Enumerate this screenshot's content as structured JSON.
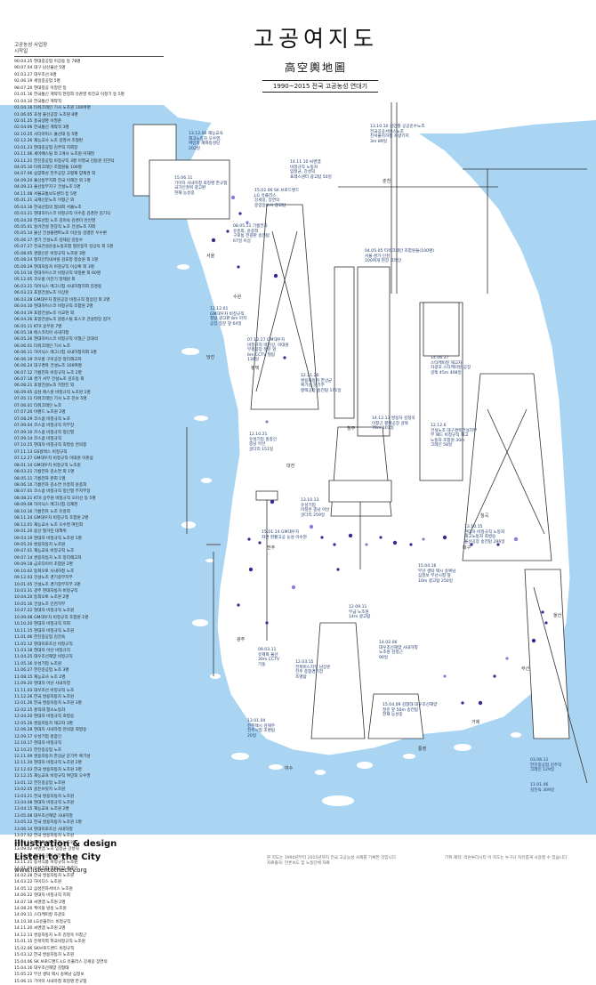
{
  "title": {
    "main": "고공여지도",
    "hanja": "高空輿地圖",
    "period": "1990~2015 전국 고공농성 연대기"
  },
  "timeline": {
    "headers": [
      "고공농성 시작일",
      "사업장"
    ],
    "rows": [
      [
        "90.04.25",
        "현대중공업 이갑용 등 78명"
      ],
      [
        "90.07.04",
        "대구 남선물산 5명"
      ],
      [
        "91.03.27",
        "대우조선 6명"
      ],
      [
        "92.06.19",
        "세일중공업 5명"
      ],
      [
        "98.07.20",
        "현대정공 이정란 등"
      ],
      [
        "01.01.16",
        "한국통신 계약직 현정희 유춘영 박진교 이정기 등 5명"
      ],
      [
        "01.04.10",
        "한국통신 계약직"
      ],
      [
        "01.04.16",
        "타워크레인 기사 노조원 100여명"
      ],
      [
        "01.06.05",
        "효성 울산공장 노조원 8명"
      ],
      [
        "02.01.25",
        "흥국생명 이영준"
      ],
      [
        "02.04.06",
        "한국통신 계약직 3명"
      ],
      [
        "02.10.25",
        "사디아미스 울산대 등 5명"
      ],
      [
        "02.12.26",
        "재능교사 노조 김영서 조형탄"
      ],
      [
        "03.01.23",
        "현대중공업 김주익 지회장"
      ],
      [
        "03.11.06",
        "세아베스틸 외 2개사 노조원 이재현"
      ],
      [
        "03.11.21",
        "한진중공업 비정규직 3명 이영국 김동원 김진탁"
      ],
      [
        "04.05.10",
        "타워크레인 조합원들 100명"
      ],
      [
        "04.07.06",
        "삼양화성 전주공장 고평재 양재권 외"
      ],
      [
        "04.09.20",
        "울산동부지회 전국 이해건 외 1명"
      ],
      [
        "04.09.23",
        "울산동부지구 건설노조 5명"
      ],
      [
        "04.11.08",
        "서울교통보도센터 등 5명"
      ],
      [
        "05.01.21",
        "국제신문노조 이형근 외"
      ],
      [
        "05.03.16",
        "한국산업의 협의회 서울노조"
      ],
      [
        "05.03.21",
        "현대하이스코 비정규직 이수종 김경찬 김기식"
      ],
      [
        "05.04.20",
        "한효산업 노조 김미숙 김경미 안인영"
      ],
      [
        "05.05.01",
        "동아건설 현장직 노조 건설노조 지회"
      ],
      [
        "05.05.14",
        "울산 건설플랜트노조 이운용 김병만 우수환"
      ],
      [
        "05.06.17",
        "경기 건설노조 김재길 김동수"
      ],
      [
        "05.07.27",
        "전국건설운송노동조합 형문동지 김상옥 외 1명"
      ],
      [
        "05.08.05",
        "경향신문 비정규직 노조원 3명"
      ],
      [
        "05.08.24",
        "형지인터내셔널 김효정 정승원 외 1명"
      ],
      [
        "05.09.29",
        "현대자동차 비정규직 이상록 외 3명"
      ],
      [
        "05.10.16",
        "현대하이스코 비정규직 박정환 외 60명"
      ],
      [
        "05.12.05",
        "코오롱 이진기 정재원 외"
      ],
      [
        "06.03.21",
        "하이닉스 매그나칩 사내하청지회 김경용"
      ],
      [
        "06.03.23",
        "포항건설노조 이상훈"
      ],
      [
        "06.03.28",
        "GM대우차 창원공장 비정규직 정승민 외 2명"
      ],
      [
        "06.04.10",
        "현대하이스코 비정규직 조합원 2명"
      ],
      [
        "06.04.19",
        "포항건설노조 이교현 외"
      ],
      [
        "06.04.26",
        "포항건설노조 원흥스틸 포스코 건설현장 점거"
      ],
      [
        "06.05.11",
        "KTX 승무원 7명"
      ],
      [
        "06.05.18",
        "에스코리아 사내하청"
      ],
      [
        "06.05.26",
        "현대하이스코 비정규직 이형근 강대석"
      ],
      [
        "06.06.01",
        "타워크레인 기사 노조"
      ],
      [
        "06.06.11",
        "하이닉스 매그나칩 사내하청지회 3명"
      ],
      [
        "06.06.19",
        "코오롱 구미공장 정리해고자"
      ],
      [
        "06.06.24",
        "대구경북 건설노조 100여명"
      ],
      [
        "06.07.12",
        "기륭전자 비정규직 노조 2명"
      ],
      [
        "06.07.18",
        "경기 서부 건설노조 김호동 외"
      ],
      [
        "06.08.21",
        "포항건설노조 지현진 외"
      ],
      [
        "06.09.05",
        "삼성 에스원 비정규직 노조원 1명"
      ],
      [
        "07.05.11",
        "타워크레인 기사 노조 진보 5명"
      ],
      [
        "07.06.01",
        "타워크레인 노조"
      ],
      [
        "07.07.20",
        "이랜드 노조원 2명"
      ],
      [
        "07.08.29",
        "코스콤 비정규직 노조"
      ],
      [
        "07.09.04",
        "코스콤 비정규직 지부장"
      ],
      [
        "07.09.10",
        "코스콤 비정규직 정인열"
      ],
      [
        "07.09.14",
        "코스콤 비정규직 "
      ],
      [
        "07.10.25",
        "현대차 비정규직 최병승 천의봉"
      ],
      [
        "07.11.13",
        "GS칼텍스 비정규직"
      ],
      [
        "07.12.27",
        "GM대우차 비정규직 이대원 이준삼"
      ],
      [
        "08.01.14",
        "GM대우차 비정규직 노조원"
      ],
      [
        "08.03.21",
        "기륭전자 김소연 외 1명"
      ],
      [
        "08.05.11",
        "기륭전자 분회 1명"
      ],
      [
        "08.06.10",
        "기륭전자 김소연 유흥희 윤종희"
      ],
      [
        "08.07.01",
        "코스콤 비정규직 정인열 부지부장"
      ],
      [
        "08.08.21",
        "KTX 승무원 비정규직 오미선 등 5명"
      ],
      [
        "08.09.08",
        "하이닉스 매그나칩 김재천"
      ],
      [
        "08.10.16",
        "기륭전자 노조 유흥희"
      ],
      [
        "08.11.24",
        "GM대우차 비정규직 조합원 2명"
      ],
      [
        "08.12.01",
        "재능교사 노조 오수영 여민희"
      ],
      [
        "09.01.20",
        "용산 철거민 대책위"
      ],
      [
        "09.03.19",
        "현대차 비정규직 노조원 1명"
      ],
      [
        "09.05.20",
        "쌍용자동차 노조원"
      ],
      [
        "09.07.01",
        "재능교육 비정규직 노조"
      ],
      [
        "09.07.14",
        "쌍용자동차 노조 정리해고자"
      ],
      [
        "09.09.18",
        "금호타이어 조합원 2명"
      ],
      [
        "09.10.02",
        "동희오토 사내하청 노조"
      ],
      [
        "09.12.03",
        "건설노조 경기중부지부"
      ],
      [
        "10.01.05",
        "건설노조 경기중부지부 3명"
      ],
      [
        "10.03.31",
        "광주 현대자동차 비정규직"
      ],
      [
        "10.04.20",
        "동희오토 노조원 2명"
      ],
      [
        "10.05.16",
        "건설노조 인천지부"
      ],
      [
        "10.07.22",
        "현대차 비정규직 노조원"
      ],
      [
        "10.09.08",
        "GM대우차 비정규직 조합원 1명"
      ],
      [
        "10.10.20",
        "현대차 비정규직 지회"
      ],
      [
        "10.11.15",
        "현대차 비정규직 노조원"
      ],
      [
        "11.01.06",
        "한진중공업 김진숙"
      ],
      [
        "11.02.12",
        "현대미포조선 비정규직"
      ],
      [
        "11.03.18",
        "현대차 아산 비정규직"
      ],
      [
        "11.04.25",
        "대우조선해양 비정규직"
      ],
      [
        "11.05.16",
        "유성기업 노조원"
      ],
      [
        "11.06.27",
        "한진중공업 노조 3명"
      ],
      [
        "11.08.15",
        "재능교사 노조 2명"
      ],
      [
        "11.09.20",
        "현대차 아산 사내하청"
      ],
      [
        "11.11.03",
        "대우조선 비정규직 노조"
      ],
      [
        "11.12.26",
        "한국 쌍용자동차 노조원"
      ],
      [
        "12.01.26",
        "한국 쌍용자동차 노조원 3명"
      ],
      [
        "12.02.15",
        "홍익대 청소노동자"
      ],
      [
        "12.04.20",
        "현대차 비정규직 최병승"
      ],
      [
        "12.05.26",
        "쌍용자동차 해고자 3명"
      ],
      [
        "12.06.28",
        "현대차 사내하청 천의봉 최병승"
      ],
      [
        "12.09.17",
        "유성기업 홍종인"
      ],
      [
        "12.10.17",
        "현대차 비정규직"
      ],
      [
        "12.10.21",
        "한진중공업 노조"
      ],
      [
        "12.11.09",
        "쌍용자동차 한상균 문기주 복기성"
      ],
      [
        "12.11.20",
        "현대차 비정규직 노조원 2명"
      ],
      [
        "12.12.03",
        "한국 쌍용자동차 노조원 3명"
      ],
      [
        "12.12.25",
        "재능교육 비정규직 여민희 오수영"
      ],
      [
        "13.01.12",
        "한진중공업 노조원"
      ],
      [
        "13.02.05",
        "골든브릿지 노조원"
      ],
      [
        "13.03.21",
        "한국 쌍용자동차 노조원"
      ],
      [
        "13.04.08",
        "현대차 비정규직 노조원"
      ],
      [
        "13.04.15",
        "재능교육 노조원 2명"
      ],
      [
        "13.05.08",
        "대우조선해양 사내하청"
      ],
      [
        "13.05.22",
        "한국 쌍용자동차 노조원 1명"
      ],
      [
        "13.06.14",
        "현대미포조선 사내하청"
      ],
      [
        "13.07.02",
        "한국 쌍용자동차 노조원"
      ],
      [
        "13.08.12",
        "현대차 비정규직 노조원"
      ],
      [
        "13.09.02",
        "씨앤앰 노조 임정균 강성덕"
      ],
      [
        "13.10.10",
        "현대중공업 비정규직"
      ],
      [
        "13.11.21",
        "동서식품 비정규직 노조원"
      ],
      [
        "14.01.09",
        "유성기업 영동공장 홍종인"
      ],
      [
        "14.02.28",
        "한국 쌍용자동차 노조원"
      ],
      [
        "14.03.22",
        "하이디스 노조원"
      ],
      [
        "14.05.12",
        "삼성전자서비스 노조원"
      ],
      [
        "14.06.22",
        "현대차 비정규직 지회"
      ],
      [
        "14.07.18",
        "씨앤앰 노조원 2명"
      ],
      [
        "14.08.20",
        "케이블 방송 노조원"
      ],
      [
        "14.09.11",
        "스타케미칼 차광호"
      ],
      [
        "14.10.30",
        "LG유플러스 비정규직"
      ],
      [
        "14.11.20",
        "씨앤앰 노조원 2명"
      ],
      [
        "14.12.13",
        "쌍용자동차 노조 김정욱 이창근"
      ],
      [
        "15.01.15",
        "전북지역 학교비정규직 노조원"
      ],
      [
        "15.02.06",
        "SK브로드밴드 비정규직"
      ],
      [
        "15.03.12",
        "한국 쌍용자동차 노조원"
      ],
      [
        "15.04.06",
        "SK 브로드밴드·LG 유플러스 강세웅 장연의"
      ],
      [
        "15.04.16",
        "대우조선해양 김형태"
      ],
      [
        "15.05.22",
        "부산 생탁 택시 송복남 심정보"
      ],
      [
        "15.06.11",
        "기아차 사내하청 최정명 한규협"
      ]
    ]
  },
  "map": {
    "places": [
      "서울",
      "수원",
      "평택",
      "당진",
      "대전",
      "전주",
      "광주",
      "청주",
      "울산",
      "부산",
      "대구",
      "거제",
      "통영",
      "춘천",
      "칠곡",
      "여수"
    ],
    "captions": [
      "15.06.11\n기아차 사내하청 최정명 한규협\n국가인권위 광고판\n현재 농성중",
      "13.12.06 재능교육\n해고노동자 오수영,\n여민희 혜화동성당\n202일",
      "15.02.06 SK 브로드밴드\nLG 유플러스\n강세웅, 장연의\n중앙일보사 광고탑",
      "14.11.10 씨앤앰\n비정규직 노동자\n임정균, 강성덕\n프레스센터 광고탑 50일",
      "13.10.10 김민철 공공운수노조\n전국공공서비스노조\n전서울지하철 차량기지\n3m 89일",
      "08.05.11 기륭전자\n유흥희, 윤종희\n구로동 전광판 송전탑\n67일 이상",
      "04.05.05 타워크레인 조합원들(100명)\n서울·경기·인천\n100여개 현장 크레인",
      "12.12.01\nGM대우차 비정규직 \n철탑 광고판 8m 아치\n공장 정문 앞 64일",
      "07.12.27 GM대우차\n비정규직 박현상, 이대원\n부평공장 정문 앞\n6m CCTV 철탑 \n138일",
      "12.11.20\n쌍용자동차 한상균\n복기성 문기주\n평택공장 송전탑 171일",
      "14.06.27\n스타케미칼 해고자\n차광호 스타케미칼 공장 \n굴뚝 45m 408일",
      "14.12.13 쌍용차 김정욱\n이창근 평택공장 굴뚝\n70m 101일",
      "12.10.21\n유성기업 홍종인\n충남 아산 \n굴다리 151일",
      "13.10.13\n유성기업\n이정훈 충남 아산\n굴다리 259일",
      "15.01.14 GM대우차 \n자연 현황고공 농성 이수현",
      "12.12.6\n건설노조 대구경북건설지부\n부 패드 비정규직 해고\n노동자 조합원 30m\n크레인 58일",
      "15.04.16\n부산 생탁 택시 송복남\n심정보 부산시청 앞\n10m 광고탑 250일",
      "13.10.15\n현대차 비정규직 노동자\n해고노동자 최병승\n울산공장 송전탑 296일",
      "12.09.11\n무급 노조원\n14m 광고탑",
      "09.03.11\n유제화 울산 \n30m CCTV\n기둥",
      "12.03.15\n전북버스지부 남상훈\n전주 종합경기장\n조명탑",
      "14.02.06\n대우조선해양 사내하청\n노조원 김정근\n90일",
      "15.04.09 김형태 대우조선해양\n정문 앞 50m 송전탑\n현재 농성중",
      "03.06.11\n한진중공업 김주익\n크레인 129일",
      "11.01.06\n김진숙 309일",
      "13.01.04\n전주택시 김재주\n전주시청 조명탑\n20일"
    ],
    "colors": {
      "sea": "#a9d4f2",
      "land": "#ffffff",
      "outline": "#ffffff",
      "dot": "#3a2a8c",
      "dot_light": "#8a7fd6"
    }
  },
  "footer": {
    "credit_line1": "illustration & design",
    "credit_line2": "Listen to the City",
    "url": "www.listentothecity.org",
    "note_left": "본 지도는 1990년부터 2015년까지 전국 고공농성 사례를 기록한 것입니다\n자료출처: 언론보도 및 노동단체 자료",
    "note_right": "기획·제작: 리슨투더시티\n이 지도는 누구나 자유롭게 사용할 수 있습니다"
  }
}
